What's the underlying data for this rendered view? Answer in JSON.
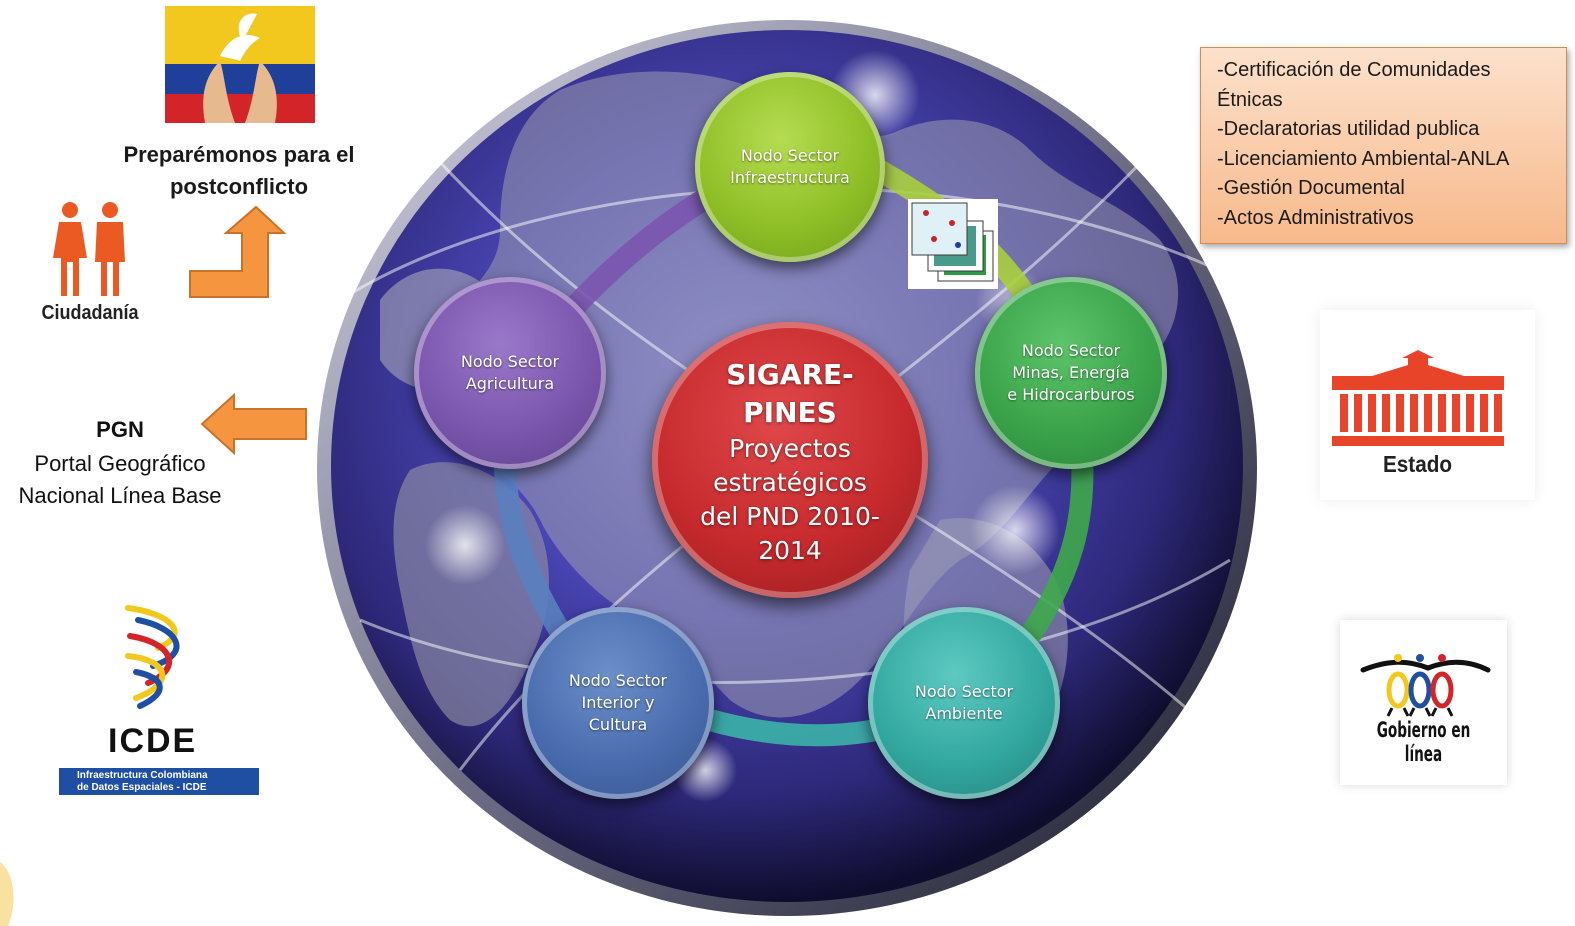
{
  "center": {
    "title": "SIGARE-\nPINES",
    "subtitle": "Proyectos\nestratégicos\ndel PND  2010-\n2014"
  },
  "nodes": {
    "infraestructura": "Nodo Sector\nInfraestructura",
    "minas": "Nodo Sector\nMinas, Energía\ne Hidrocarburos",
    "ambiente": "Nodo Sector\nAmbiente",
    "interior": "Nodo Sector\nInterior y\nCultura",
    "agricultura": "Nodo Sector\nAgricultura"
  },
  "left": {
    "postconflict": "Preparémonos para el\npostconflicto",
    "ciudadania": "Ciudadanía",
    "pgn_title": "PGN",
    "pgn_desc": "Portal Geográfico\nNacional Línea Base",
    "icde_logo_text": "ICDE",
    "icde_banner": "Infraestructura Colombiana\nde Datos Espaciales - ICDE"
  },
  "right": {
    "procedures": [
      "-Certificación de Comunidades",
      "Étnicas",
      "-Declaratorias  utilidad publica",
      "-Licenciamiento Ambiental-ANLA",
      "-Gestión Documental",
      "-Actos Administrativos"
    ],
    "estado": "Estado",
    "gobierno_en_linea": "Gobierno en línea"
  },
  "colors": {
    "arrow_orange": "#f5953f",
    "flag_yellow": "#f2c81f",
    "flag_blue": "#1f3f9a",
    "flag_red": "#d3242a",
    "estado_red": "#e8442a"
  },
  "icons": [
    "peace-dove-flag-image",
    "bent-up-arrow-icon",
    "people-icon",
    "left-arrow-icon",
    "icde-logo",
    "building-icon",
    "gobierno-en-linea-icon",
    "map-layers-icon"
  ]
}
